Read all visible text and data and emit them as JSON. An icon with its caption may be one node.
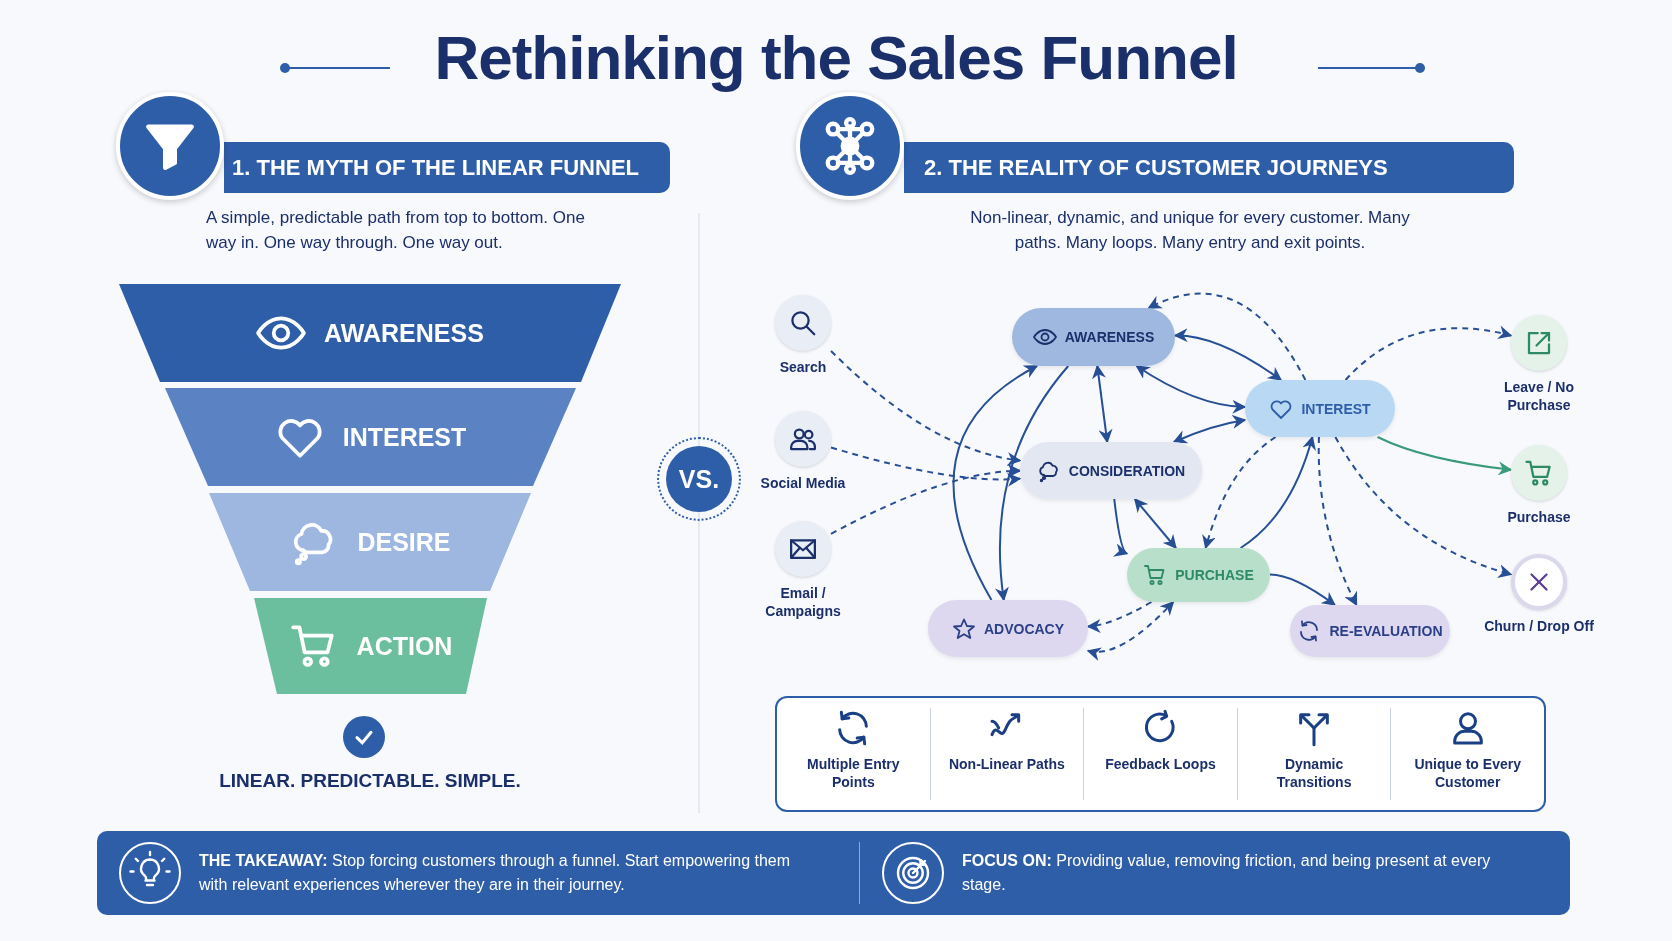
{
  "diagram": {
    "title": "Rethinking the Sales Funnel",
    "nodes": [
      {
        "text": [
          "1. THE MYTH OF THE LINEAR FUNNEL"
        ]
      },
      {
        "text": [
          "AWARENESS"
        ]
      },
      {
        "text": [
          "INTEREST"
        ]
      },
      {
        "text": [
          "DESIRE"
        ]
      },
      {
        "text": [
          "ACTION"
        ]
      },
      {
        "text": [
          "VS."
        ]
      },
      {
        "text": [
          "2. THE REALITY OF CUSTOMER JOURNEYS"
        ]
      },
      {
        "text": [
          "Search"
        ]
      },
      {
        "text": [
          "Social Media"
        ]
      },
      {
        "text": [
          "Email / Campaigns"
        ]
      },
      {
        "text": [
          "AWARENESS"
        ]
      },
      {
        "text": [
          "INTEREST"
        ]
      },
      {
        "text": [
          "CONSIDERATION"
        ]
      },
      {
        "text": [
          "PURCHASE"
        ]
      },
      {
        "text": [
          "ADVOCACY"
        ]
      },
      {
        "text": [
          "RE-EVALUATION"
        ]
      },
      {
        "text": [
          "Leave / No Purchase"
        ]
      },
      {
        "text": [
          "Purchase"
        ]
      },
      {
        "text": [
          "Churn / Drop Off"
        ]
      },
      {
        "text": [
          "Multiple Entry Points",
          "Non-Linear Paths",
          "Feedback Loops",
          "Dynamic Transitions",
          "Unique to Every Customer"
        ]
      },
      {
        "text": [
          "**THE TAKEAWAY:** Stop forcing customers through a funnel. Start empowering them with relevant experiences wherever they are in their journey.",
          "**FOCUS ON:** Providing value, removing friction, and being present at every stage."
        ]
      }
    ],
    "edges": [
      {
        "from": 7,
        "to": 12,
        "arrow": "to",
        "style": "dashed"
      },
      {
        "from": 8,
        "to": 12,
        "arrow": "to",
        "style": "dashed"
      },
      {
        "from": 9,
        "to": 12,
        "arrow": "to",
        "style": "dashed"
      },
      {
        "from": 10,
        "to": 12,
        "arrow": "both"
      },
      {
        "from": 10,
        "to": 11,
        "arrow": "both"
      },
      {
        "from": 11,
        "to": 10,
        "arrow": "both"
      },
      {
        "from": 11,
        "to": 10,
        "arrow": "to",
        "style": "dashed"
      },
      {
        "from": 12,
        "to": 11,
        "arrow": "both"
      },
      {
        "from": 12,
        "to": 13,
        "arrow": "both"
      },
      {
        "from": 12,
        "to": 13,
        "arrow": "to"
      },
      {
        "from": 10,
        "to": 14,
        "arrow": "to"
      },
      {
        "from": 14,
        "to": 10,
        "arrow": "to"
      },
      {
        "from": 13,
        "to": 11,
        "arrow": "to"
      },
      {
        "from": 11,
        "to": 13,
        "arrow": "to",
        "style": "dashed"
      },
      {
        "from": 13,
        "to": 14,
        "arrow": "to",
        "style": "dashed"
      },
      {
        "from": 14,
        "to": 13,
        "arrow": "both",
        "style": "dashed"
      },
      {
        "from": 13,
        "to": 15,
        "arrow": "to"
      },
      {
        "from": 11,
        "to": 15,
        "arrow": "to",
        "style": "dashed"
      },
      {
        "from": 11,
        "to": 16,
        "arrow": "to",
        "style": "dashed"
      },
      {
        "from": 11,
        "to": 17,
        "arrow": "to",
        "color": "#3a9a7a"
      },
      {
        "from": 11,
        "to": 18,
        "arrow": "to",
        "style": "dashed"
      }
    ],
    "labels": [
      "A simple, predictable path from top to bottom. One way in. One way through. One way out.",
      "LINEAR. PREDICTABLE. SIMPLE.",
      "Non-linear, dynamic, and unique for every customer. Many paths. Many loops. Many entry and exit points."
    ]
  }
}
